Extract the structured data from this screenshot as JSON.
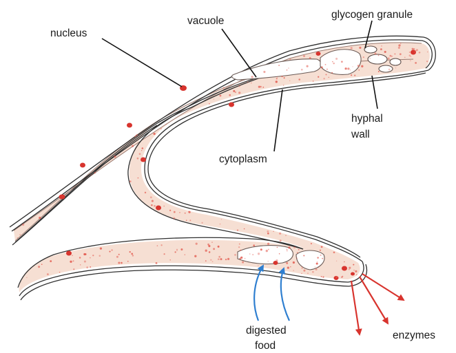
{
  "labels": {
    "nucleus": "nucleus",
    "vacuole": "vacuole",
    "glycogen": "glycogen granule",
    "hyphal_line1": "hyphal",
    "hyphal_line2": "wall",
    "cytoplasm": "cytoplasm",
    "digested_line1": "digested",
    "digested_line2": "food",
    "enzymes": "enzymes"
  },
  "colors": {
    "cytoplasm": "#f6dfd3",
    "nucleus": "#d8342e",
    "wall": "#2f2f2f",
    "food_arrow": "#2f7fd0",
    "enzyme_arrow": "#d8342e"
  }
}
